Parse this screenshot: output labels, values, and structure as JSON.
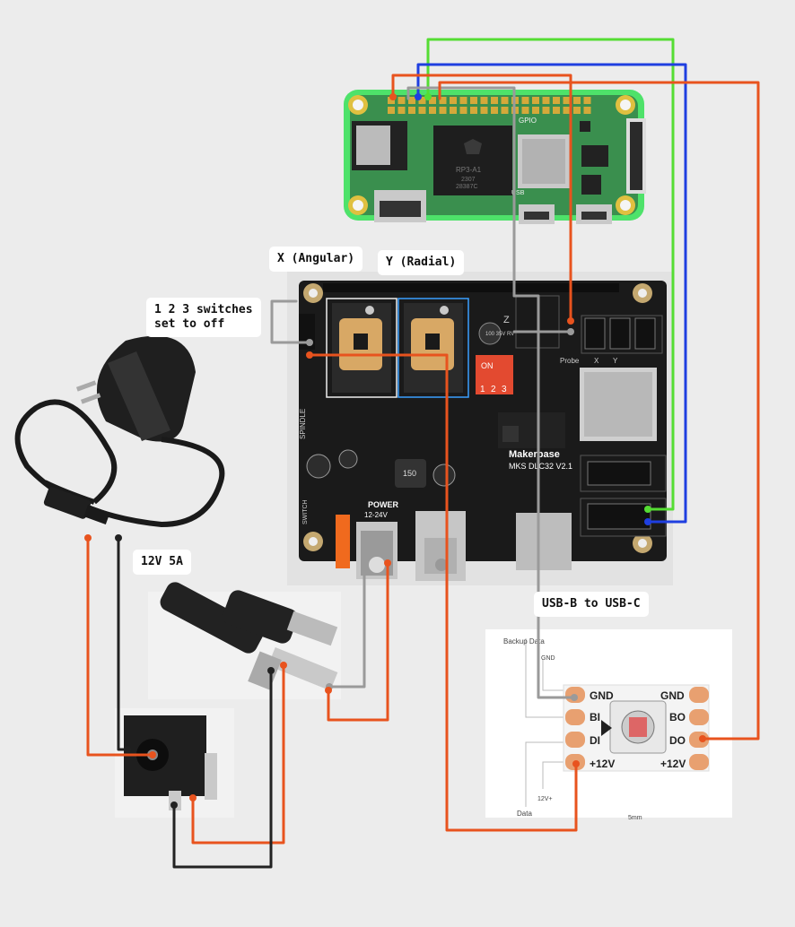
{
  "labels": {
    "x_axis": "X (Angular)",
    "y_axis": "Y (Radial)",
    "switches": "1 2 3 switches\nset to off",
    "power": "12V 5A",
    "usb": "USB-B to USB-C"
  },
  "rpi": {
    "chip_line1": "RP3-A1",
    "chip_line2": "2307",
    "chip_line3": "28387C",
    "gpio": "GPIO",
    "usb": "USB"
  },
  "board": {
    "brand": "Makerbase",
    "model": "MKS DLC32 V2.1",
    "power_label": "POWER",
    "power_range": "12-24V",
    "dip_on": "ON",
    "dip_nums": [
      "1",
      "2",
      "3"
    ],
    "probe": "Probe",
    "axis_x": "X",
    "axis_y": "Y",
    "axis_z": "Z",
    "inductor": "150",
    "cap1": "100\n35V\nRVT",
    "spindle": "SPINDLE",
    "switch": "SWITCH"
  },
  "led": {
    "backup_data": "Backup Data",
    "gnd_small": "GND",
    "v12_small": "12V+",
    "data_small": "Data",
    "dim": "5mm",
    "left_pads": [
      "GND",
      "BI",
      "DI",
      "+12V"
    ],
    "right_pads": [
      "GND",
      "BO",
      "DO",
      "+12V"
    ]
  },
  "colors": {
    "orange": "#e8531e",
    "green": "#55dd33",
    "blue": "#1f3fe0",
    "gray": "#9a9a9a",
    "black": "#222222",
    "rpi_green": "#3a8f4e",
    "board_black": "#1a1a1a"
  }
}
